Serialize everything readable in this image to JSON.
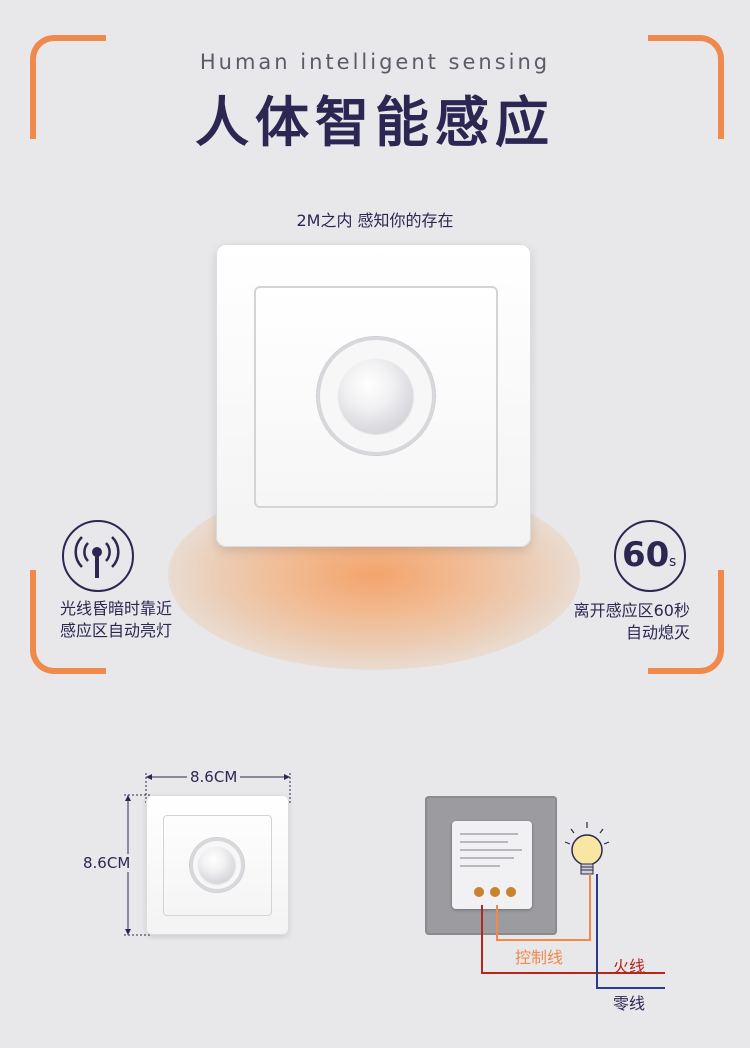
{
  "header": {
    "subtitle_en": "Human intelligent sensing",
    "title_cn": "人体智能感应"
  },
  "hero": {
    "range_text": "2M之内  感知你的存在"
  },
  "features": {
    "left": {
      "icon": "light-sensor-icon",
      "line1": "光线昏暗时靠近",
      "line2": "感应区自动亮灯"
    },
    "right": {
      "icon_number": "60",
      "icon_unit": "s",
      "line1": "离开感应区60秒",
      "line2": "自动熄灭"
    }
  },
  "dimensions": {
    "width_label": "8.6CM",
    "height_label": "8.6CM"
  },
  "wiring": {
    "control_wire": "控制线",
    "live_wire": "火线",
    "neutral_wire": "零线"
  },
  "colors": {
    "accent_orange": "#ef8a4c",
    "text_navy": "#2b2752",
    "background": "#e8e8ea",
    "live_wire_red": "#b3261e",
    "neutral_wire_blue": "#2e3a8c"
  }
}
